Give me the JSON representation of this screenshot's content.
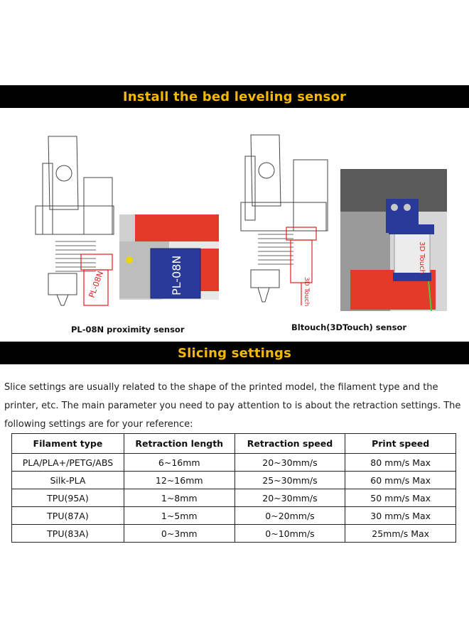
{
  "banners": {
    "install": "Install the bed leveling sensor",
    "slicing": "Slicing settings"
  },
  "figures": {
    "left": {
      "caption": "PL-08N proximity sensor",
      "sensor_label": "PL-08N",
      "drawing_label": "PL-08N"
    },
    "right": {
      "caption": "Bltouch(3DTouch) sensor",
      "sensor_label": "3D Touch",
      "drawing_label": "3D Touch"
    }
  },
  "intro": "Slice settings are usually related to the shape of the printed model, the filament type and the printer, etc. The main parameter you need to pay attention to is about the retraction settings. The following settings are for your reference:",
  "table": {
    "headers": [
      "Filament type",
      "Retraction length",
      "Retraction speed",
      "Print speed"
    ],
    "rows": [
      [
        "PLA/PLA+/PETG/ABS",
        "6~16mm",
        "20~30mm/s",
        "80 mm/s Max"
      ],
      [
        "Silk-PLA",
        "12~16mm",
        "25~30mm/s",
        "60 mm/s Max"
      ],
      [
        "TPU(95A)",
        "1~8mm",
        "20~30mm/s",
        "50 mm/s Max"
      ],
      [
        "TPU(87A)",
        "1~5mm",
        "0~20mm/s",
        "30 mm/s Max"
      ],
      [
        "TPU(83A)",
        "0~3mm",
        "0~10mm/s",
        "25mm/s Max"
      ]
    ]
  },
  "colors": {
    "banner_bg": "#000000",
    "banner_text": "#f5b800",
    "sensor_blue": "#2a3a9a",
    "accent_red": "#e02020"
  }
}
